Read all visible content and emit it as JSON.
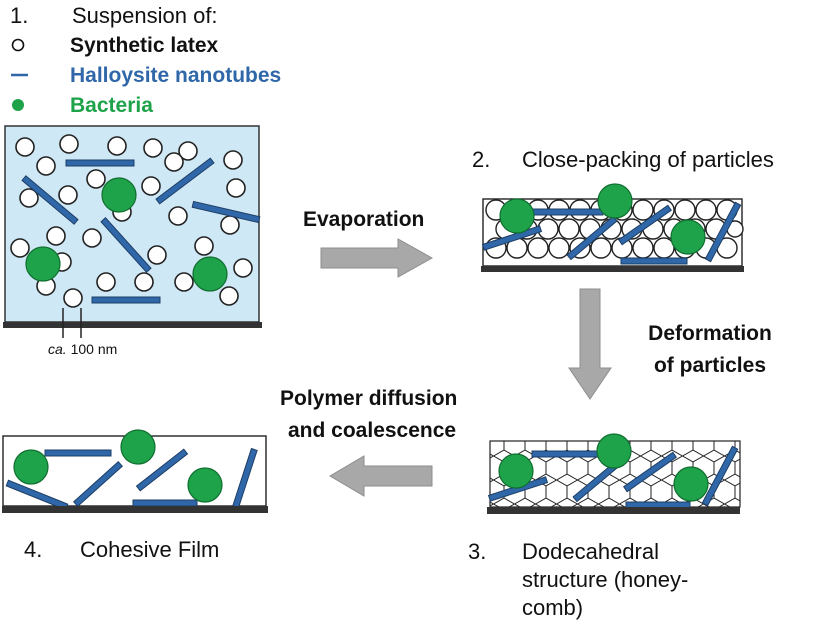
{
  "step1": {
    "num": "1.",
    "label": "Suspension of:"
  },
  "legend": [
    {
      "symbol": "circle-open",
      "label": "Synthetic latex",
      "color": "#111111"
    },
    {
      "symbol": "rod",
      "label": "Halloysite nanotubes",
      "color": "#2f67a8"
    },
    {
      "symbol": "circle-green",
      "label": "Bacteria",
      "color": "#1fa34a"
    }
  ],
  "scale": {
    "prefix": "ca.",
    "value": "100 nm"
  },
  "step2": {
    "num": "2.",
    "label": "Close-packing of particles"
  },
  "step3": {
    "num": "3.",
    "line1": "Dodecahedral",
    "line2": "structure (honey-",
    "line3": "comb)"
  },
  "step4": {
    "num": "4.",
    "label": "Cohesive Film"
  },
  "arrows": {
    "evaporation": "Evaporation",
    "deformation_1": "Deformation",
    "deformation_2": "of particles",
    "diffusion_1": "Polymer diffusion",
    "diffusion_2": "and coalescence"
  },
  "colors": {
    "suspension_bg": "#cfe8f5",
    "latex_fill": "#ffffff",
    "nanotube": "#2f67a8",
    "bacteria": "#1fa34a",
    "substrate": "#333333",
    "arrow": "#a8a8a8"
  }
}
